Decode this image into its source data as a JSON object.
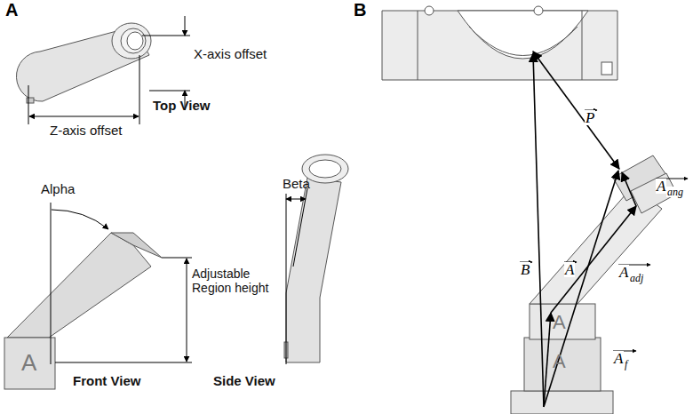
{
  "diagram": {
    "labels": [
      "A",
      "B",
      "X-axis offset",
      "Z-axis offset",
      "Top View",
      "Alpha",
      "Adjustable Region height",
      "Front View",
      "Beta",
      "Side View",
      "A",
      "A",
      "A",
      "P",
      "B",
      "A",
      "A",
      "ang",
      "A",
      "adj",
      "A",
      "f"
    ]
  }
}
